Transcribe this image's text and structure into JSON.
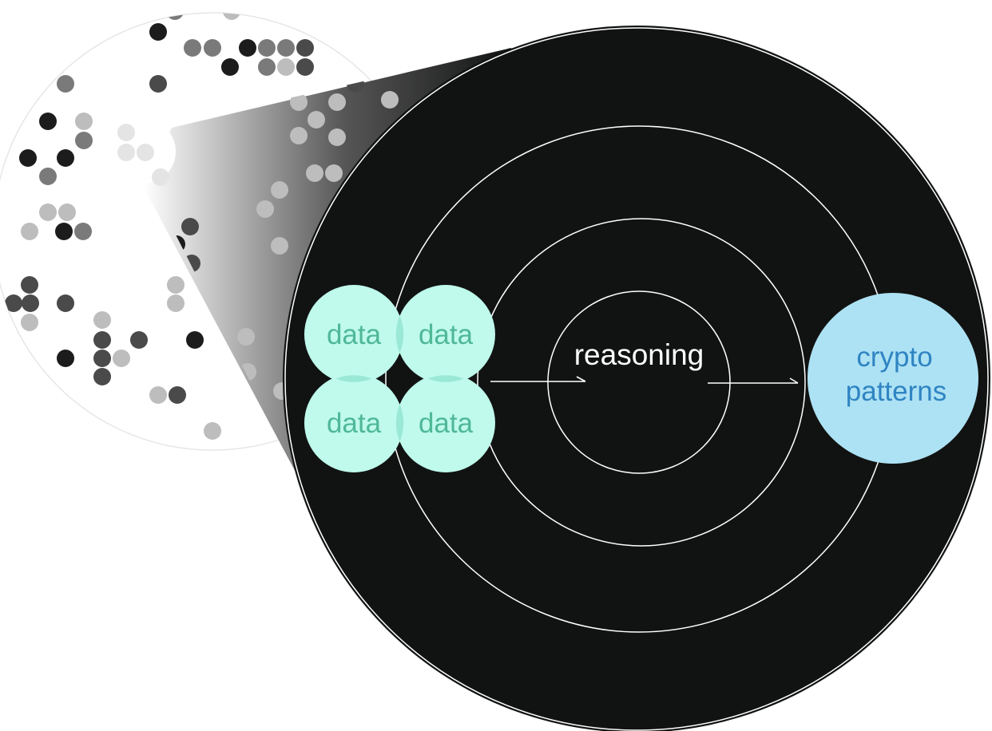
{
  "labels": {
    "data_1": "data",
    "data_2": "data",
    "data_3": "data",
    "data_4": "data",
    "reasoning": "reasoning",
    "crypto_line1": "crypto",
    "crypto_line2": "patterns"
  },
  "colors": {
    "background": "#ffffff",
    "big_circle": "#111312",
    "ring_stroke": "#ffffff",
    "data_fill": "#bffaec",
    "data_overlap": "#9ae8d6",
    "data_text": "#4fb897",
    "crypto_fill": "#ade2f4",
    "crypto_text": "#2f84c2",
    "reasoning_text": "#ffffff",
    "dot_dark": "#1c1c1c",
    "dot_mid": "#4a4a4a",
    "dot_gray": "#7a7a7a",
    "dot_light": "#bdbdbd",
    "dot_pale": "#dcdcdc"
  },
  "icons": {
    "arrow_1": "arrow-right-icon",
    "arrow_2": "arrow-right-icon"
  }
}
